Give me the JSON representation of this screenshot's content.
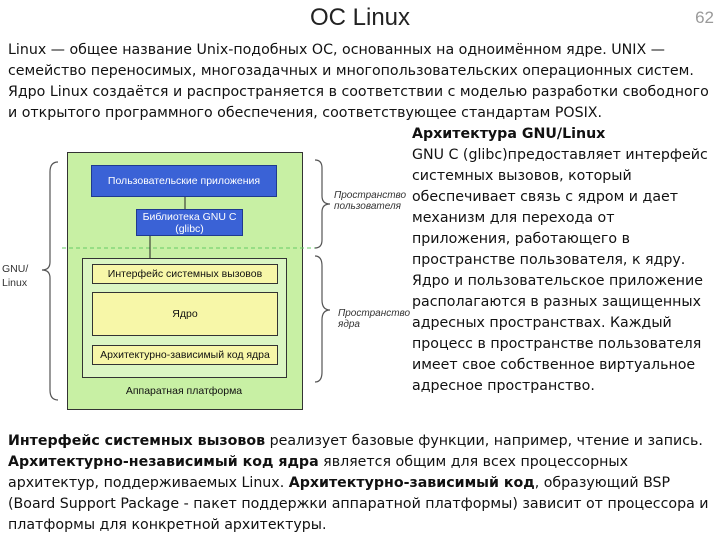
{
  "title": "ОС Linux",
  "page_number": "62",
  "intro": {
    "term": "Linux",
    "text": " — общее название Unix-подобных ОС, основанных на одноимённом ядре. UNIX — семейство переносимых, многозадачных и многопользовательских операционных систем. Ядро Linux создаётся и распространяется в соответствии с моделью разработки свободного и открытого программного обеспечения, соответствующее стандартам POSIX."
  },
  "side": {
    "heading": "Архитектура GNU/Linux",
    "text": "GNU C (glibc)предоставляет интерфейс системных вызовов, который обеспечивает связь с ядром и дает механизм для перехода от приложения, работающего в пространстве пользователя, к ядру. Ядро и пользовательское приложение располагаются в разных защищенных адресных пространствах. Каждый процесс в пространстве пользователя имеет свое собственное виртуальное адресное пространство."
  },
  "diagram": {
    "user_apps": "Пользовательские приложения",
    "glibc": "Библиотека GNU C (glibc)",
    "syscall_interface": "Интерфейс системных вызовов",
    "kernel": "Ядро",
    "arch_code": "Архитектурно-зависимый код ядра",
    "hardware": "Аппаратная платформа",
    "user_space": "Пространство пользователя",
    "kernel_space": "Пространство ядра",
    "gnu_linux": "GNU/ Linux",
    "colors": {
      "platform": "#c8f0a4",
      "blue_box": "#3a62d6",
      "yellow_box": "#f7f7a8",
      "divider": "#66cc66"
    }
  },
  "bottom": {
    "p1_term": "Интерфейс системных вызовов",
    "p1_text": " реализует базовые функции, например, чтение и запись. ",
    "p2_term": "Архитектурно-независимый код ядра",
    "p2_text": " является общим для всех процессорных архитектур, поддерживаемых Linux. ",
    "p3_term": "Архитектурно-зависимый код",
    "p3_text": ", образующий BSP (Board Support Package - пакет поддержки аппаратной платформы) зависит от процессора и платформы для конкретной архитектуры."
  }
}
